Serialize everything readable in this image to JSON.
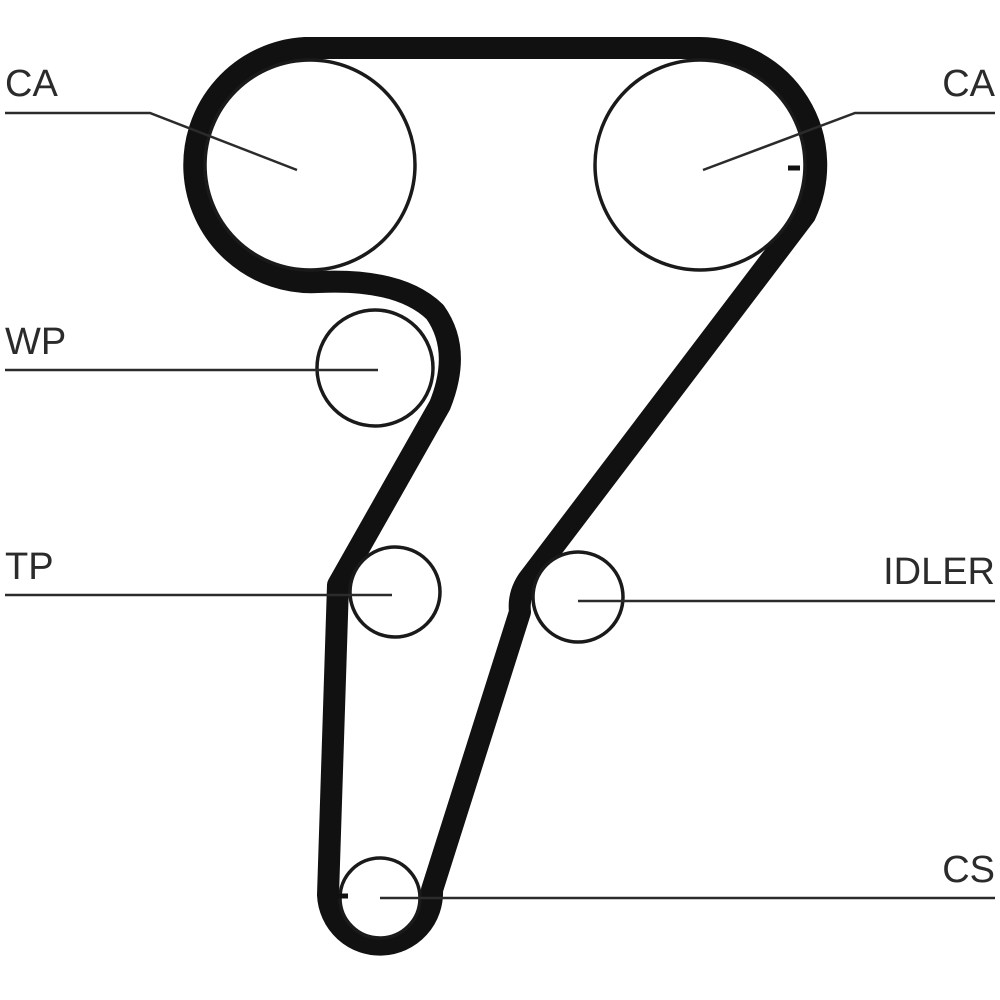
{
  "diagram": {
    "labels": {
      "cam_left": "CA",
      "cam_right": "CA",
      "water_pump": "WP",
      "tensioner": "TP",
      "idler": "IDLER",
      "crankshaft": "CS"
    },
    "colors": {
      "belt": "#111111",
      "line": "#2b2b2b",
      "background": "#ffffff"
    }
  }
}
